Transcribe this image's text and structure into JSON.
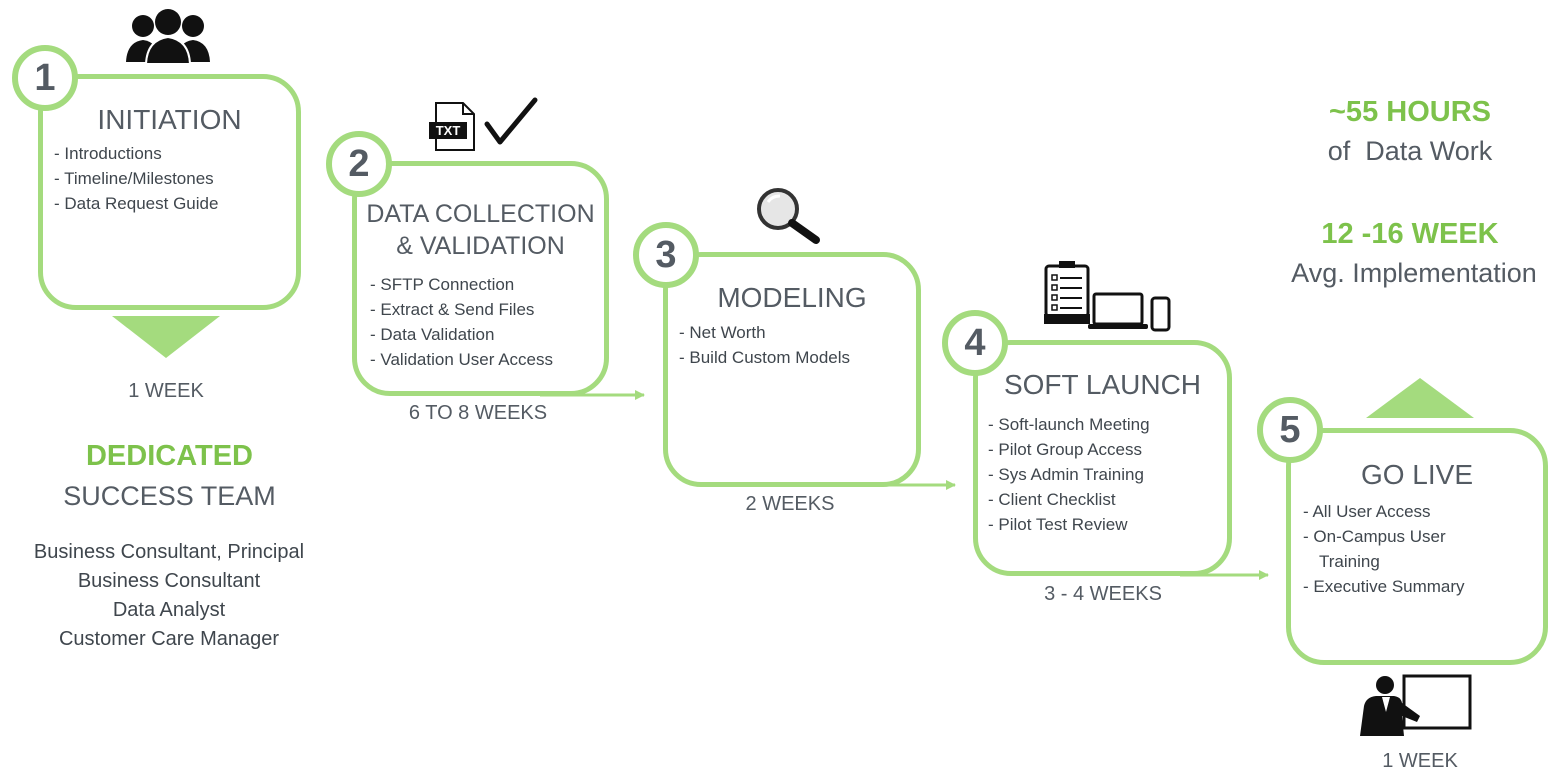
{
  "stages": [
    {
      "number": "1",
      "title": "INITIATION",
      "items": [
        "Introductions",
        "Timeline/Milestones",
        "Data Request Guide"
      ],
      "duration": "1 WEEK",
      "icon": "people-group-icon"
    },
    {
      "number": "2",
      "title_lines": [
        "DATA COLLECTION",
        "& VALIDATION"
      ],
      "items": [
        "SFTP Connection",
        "Extract & Send Files",
        "Data Validation",
        "Validation User Access"
      ],
      "duration": "6 TO 8 WEEKS",
      "icon": "txt-file-check-icon"
    },
    {
      "number": "3",
      "title": "MODELING",
      "items": [
        "Net Worth",
        "Build Custom Models"
      ],
      "duration": "2 WEEKS",
      "icon": "magnifier-icon"
    },
    {
      "number": "4",
      "title": "SOFT LAUNCH",
      "items": [
        "Soft-launch Meeting",
        "Pilot Group Access",
        "Sys Admin Training",
        "Client Checklist",
        "Pilot Test Review"
      ],
      "duration": "3 - 4 WEEKS",
      "icon": "devices-checklist-icon"
    },
    {
      "number": "5",
      "title": "GO LIVE",
      "items": [
        "All User Access",
        "On-Campus User Training",
        "Executive Summary"
      ],
      "duration": "1 WEEK",
      "icon": "presenter-board-icon"
    }
  ],
  "team": {
    "heading": "DEDICATED",
    "subheading": "SUCCESS TEAM",
    "members": [
      "Business Consultant, Principal",
      "Business Consultant",
      "Data Analyst",
      "Customer Care Manager"
    ]
  },
  "stats": [
    {
      "value": "~55 HOURS",
      "label": "of  Data Work"
    },
    {
      "value": "12 -16 WEEK",
      "label": "Avg. Implementation"
    }
  ],
  "colors": {
    "accent": "#a4db7e",
    "accent_text": "#7dc24b",
    "text": "#545b63",
    "icon": "#111111"
  }
}
